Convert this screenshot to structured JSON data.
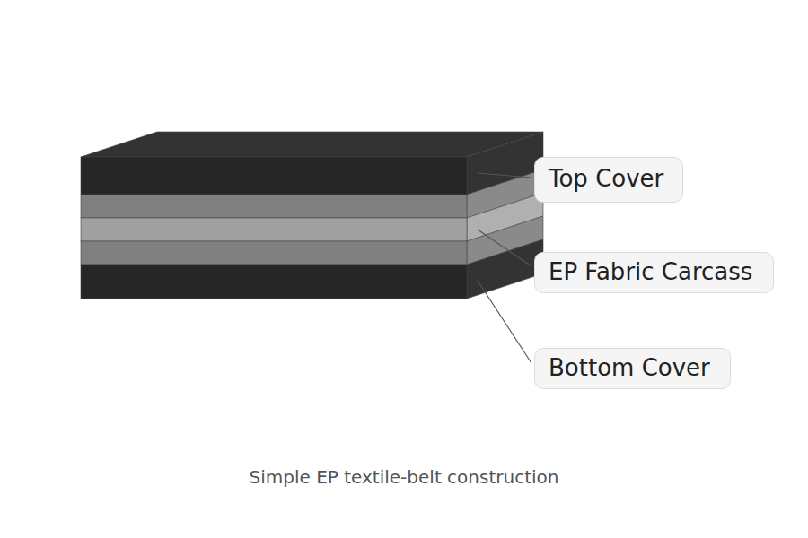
{
  "diagram": {
    "caption": "Simple EP textile-belt construction",
    "nodes": [
      {
        "text": [
          "Top Cover"
        ]
      },
      {
        "text": [
          "EP Fabric Carcass"
        ]
      },
      {
        "text": [
          "Bottom Cover"
        ]
      }
    ]
  }
}
